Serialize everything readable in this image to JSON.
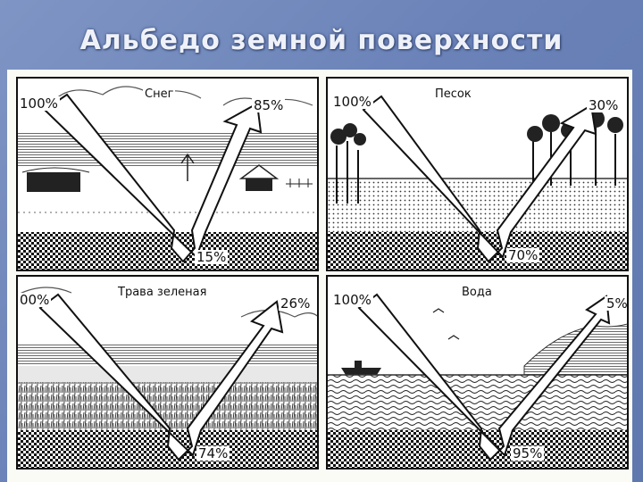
{
  "title": "Альбедо земной поверхности",
  "panels": {
    "snow": {
      "name": "Снег",
      "incoming": "100%",
      "reflected": "85%",
      "absorbed": "15%"
    },
    "sand": {
      "name": "Песок",
      "incoming": "100%",
      "reflected": "30%",
      "absorbed": "70%"
    },
    "grass": {
      "name": "Трава зеленая",
      "incoming": "00%",
      "reflected": "26%",
      "absorbed": "74%"
    },
    "water": {
      "name": "Вода",
      "incoming": "100%",
      "reflected": "5%",
      "absorbed": "95%"
    }
  }
}
